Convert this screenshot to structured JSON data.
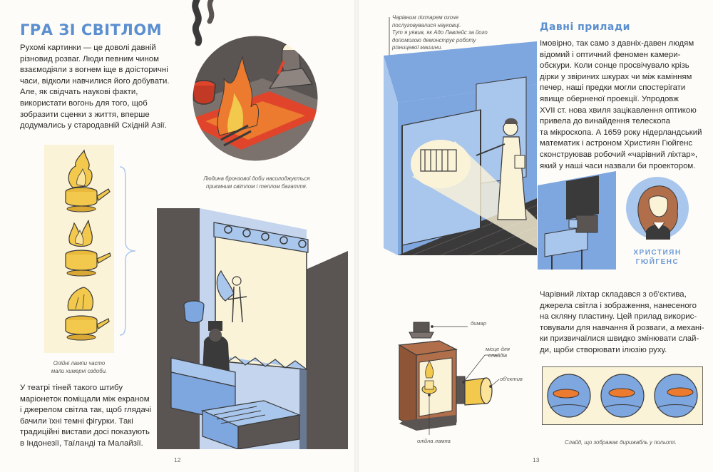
{
  "left_page": {
    "title": "ГРА ЗІ СВІТЛОМ",
    "intro": [
      "Рухомі картинки — це доволі давній",
      "різновид розваг. Люди певним чином",
      "взаємодіяли з вогнем іще в доісторичні",
      "часи, відколи навчилися його добувати.",
      "Але, як свідчать наукові факти,",
      "використати вогонь для того, щоб",
      "зобразити сценки з життя, вперше",
      "додумались у стародавній Східній Азії."
    ],
    "lamps_caption": [
      "Олійні лампи часто",
      "мали химерні оздоби."
    ],
    "bronze_caption": [
      "Людина бронзової доби насолоджується",
      "приємним світлом і теплом багаття."
    ],
    "shadow_text": [
      "У театрі тіней такого штибу",
      "маріонеток поміщали між екраном",
      "і джерелом світла так, щоб глядачі",
      "бачили їхні темні фігурки. Такі",
      "традиційні вистави досі показують",
      "в Індонезії, Таїланді та Малайзії."
    ],
    "page_number": "12"
  },
  "right_page": {
    "lovelace_caption": [
      "Чарівним ліхтарем охоче",
      "послуговувалися науковці.",
      "Тут я уявив, як Адо Лавлейс за його",
      "допомогою демонструє роботу",
      "різницевої машини."
    ],
    "subtitle": "Давні прилади",
    "main_text": [
      "Імовірно, так само з давніх-давен людям",
      "відомий і оптичний феномен камери-",
      "обскури. Коли сонце просвічувало крізь",
      "дірки у звіриних шкурах чи між камінням",
      "печер, наші предки могли спостерігати",
      "явище оберненої проекції. Упродовж",
      "XVII ст. нова хвиля зацікавлення оптикою",
      "привела до винайдення телескопа",
      "та мікроскопа. А 1659 року нідерландський",
      "математик і астроном Християн Гюйгенс",
      "сконструював робочий «чарівний ліхтар»,",
      "який у наші часи назвали би проектором."
    ],
    "portrait_name": [
      "ХРИСТИЯН",
      "ГЮЙГЕНС"
    ],
    "lantern_text": [
      "Чарівний ліхтар складався з об'єктива,",
      "джерела світла і зображення, нанесеного",
      "на скляну пластину. Цей прилад викорис-",
      "товували для навчання й розваги, а механі-",
      "ки призвичаїлися швидко змінювати слай-",
      "ди, щоби створювати ілюзію руху."
    ],
    "labels": {
      "chimney": "димар",
      "slide_slot": [
        "місце для",
        "слайдів"
      ],
      "lens": "об'єктив",
      "oil_lamp": "олійна лампа"
    },
    "slide_caption": "Слайд, що зображає дирижабль у польоті.",
    "page_number": "13"
  },
  "colors": {
    "title_blue": "#5b8fd0",
    "light_blue": "#a9c6ec",
    "mid_blue": "#7ea6df",
    "dark": "#3a3a3a",
    "grey": "#5a5553",
    "cream": "#fbf3d8",
    "orange": "#ec7a2f",
    "red": "#e0452c",
    "yellow": "#f2c94c",
    "brown": "#b06f4a"
  }
}
